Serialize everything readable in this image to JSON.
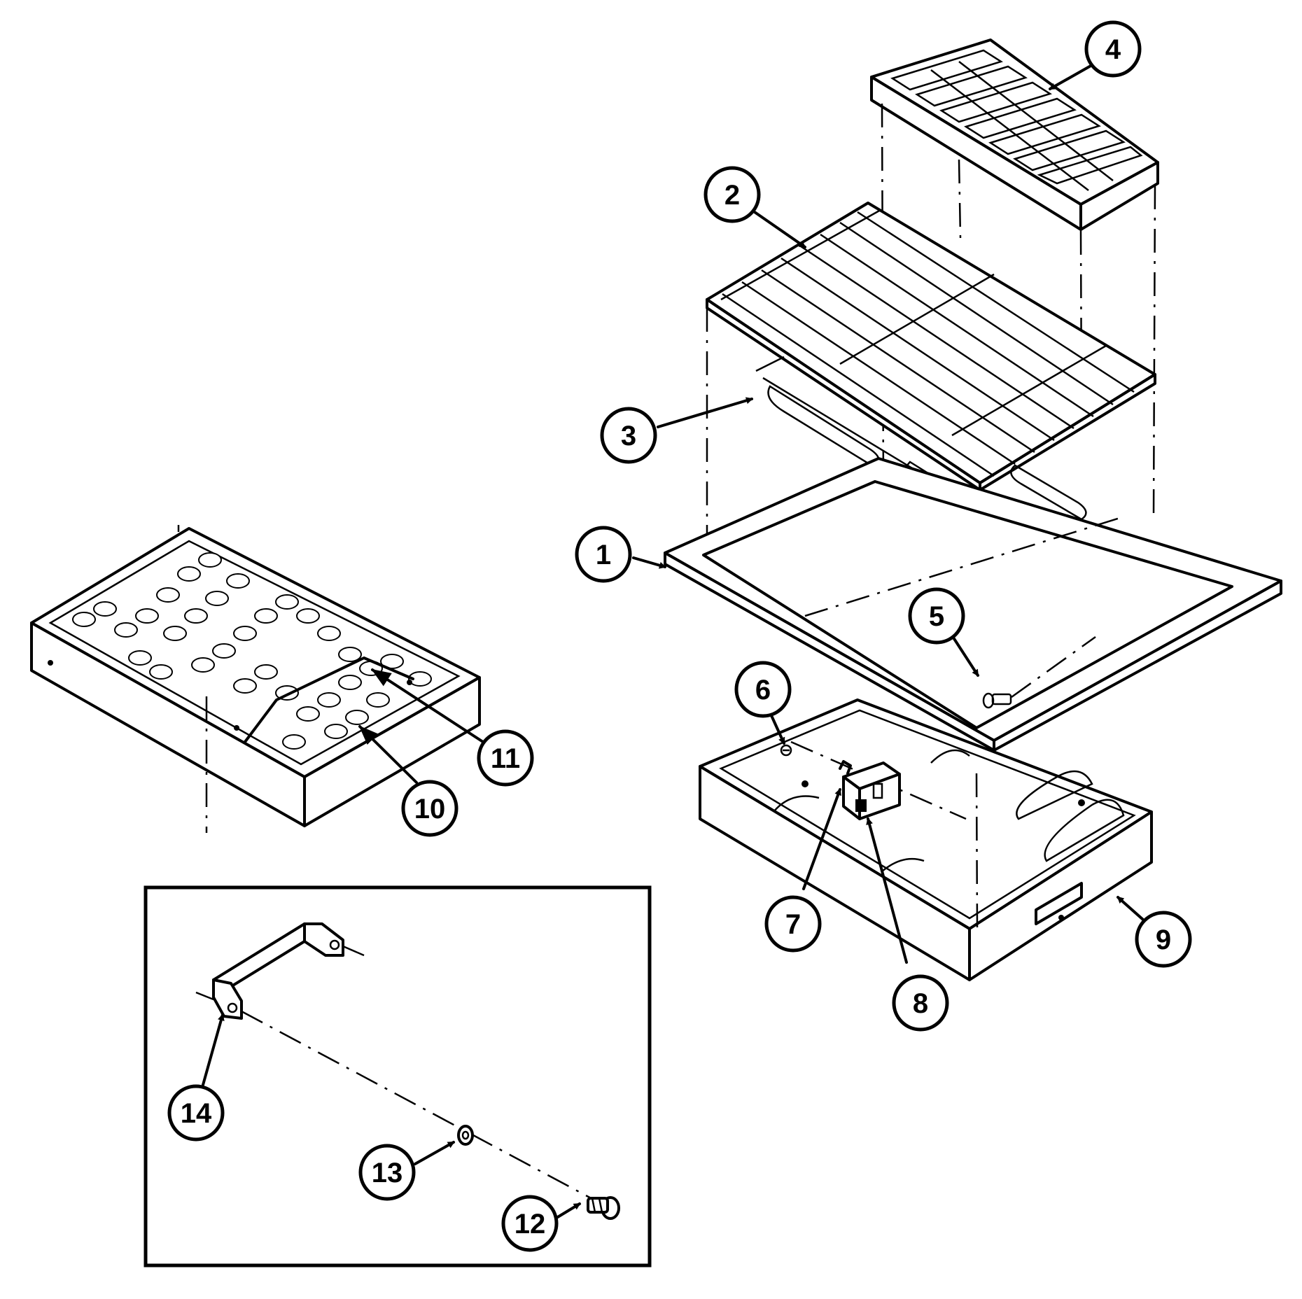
{
  "callouts": [
    {
      "id": "callout-1",
      "label": "1"
    },
    {
      "id": "callout-2",
      "label": "2"
    },
    {
      "id": "callout-3",
      "label": "3"
    },
    {
      "id": "callout-4",
      "label": "4"
    },
    {
      "id": "callout-5",
      "label": "5"
    },
    {
      "id": "callout-6",
      "label": "6"
    },
    {
      "id": "callout-7",
      "label": "7"
    },
    {
      "id": "callout-8",
      "label": "8"
    },
    {
      "id": "callout-9",
      "label": "9"
    },
    {
      "id": "callout-10",
      "label": "10"
    },
    {
      "id": "callout-11",
      "label": "11"
    },
    {
      "id": "callout-12",
      "label": "12"
    },
    {
      "id": "callout-13",
      "label": "13"
    },
    {
      "id": "callout-14",
      "label": "14"
    }
  ]
}
